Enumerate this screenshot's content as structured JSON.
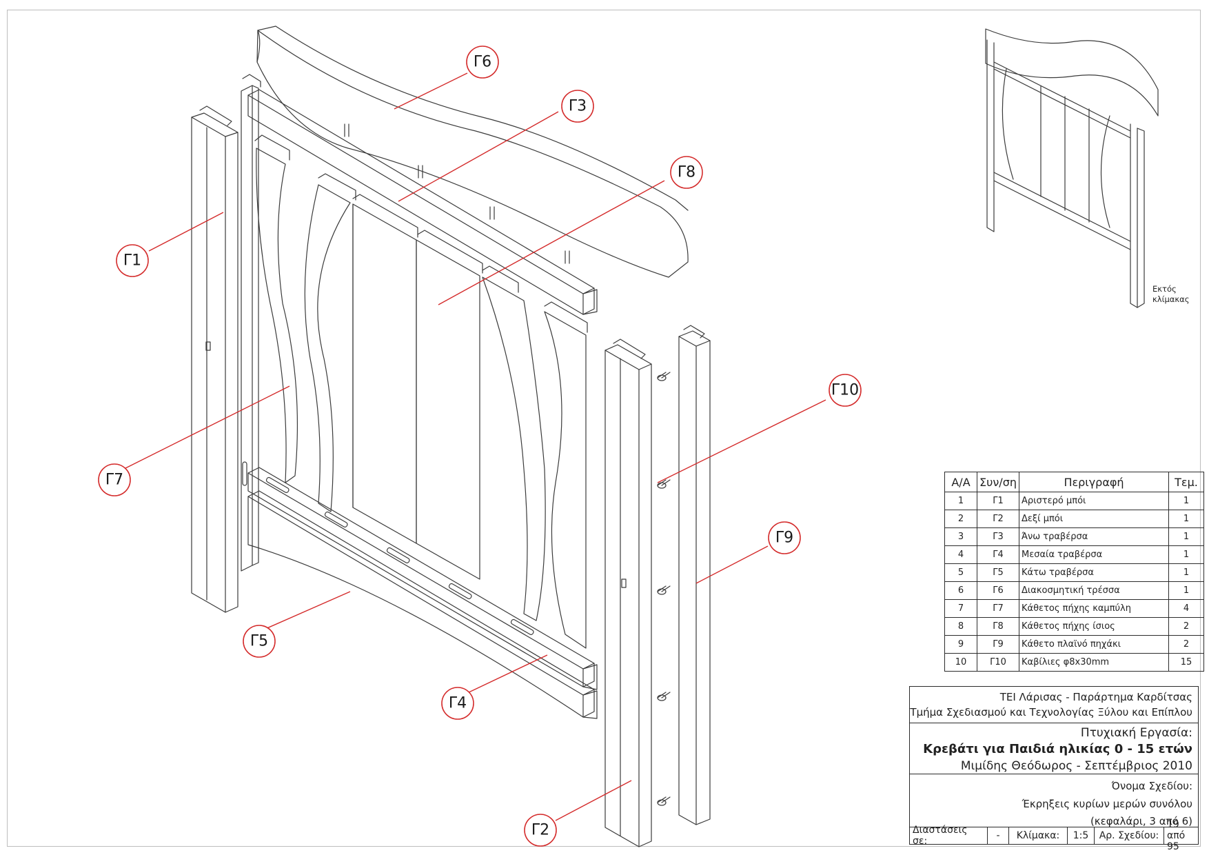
{
  "labels": {
    "g1": "Γ1",
    "g2": "Γ2",
    "g3": "Γ3",
    "g4": "Γ4",
    "g5": "Γ5",
    "g6": "Γ6",
    "g7": "Γ7",
    "g8": "Γ8",
    "g9": "Γ9",
    "g10": "Γ10"
  },
  "outside_scale": [
    "Εκτός",
    "κλίμακας"
  ],
  "parts_table": {
    "headers": [
      "Α/Α",
      "Συν/ση",
      "Περιγραφή",
      "Τεμ."
    ],
    "rows": [
      [
        "1",
        "Γ1",
        "Αριστερό μπόι",
        "1"
      ],
      [
        "2",
        "Γ2",
        "Δεξί μπόι",
        "1"
      ],
      [
        "3",
        "Γ3",
        "Άνω τραβέρσα",
        "1"
      ],
      [
        "4",
        "Γ4",
        "Μεσαία τραβέρσα",
        "1"
      ],
      [
        "5",
        "Γ5",
        "Κάτω τραβέρσα",
        "1"
      ],
      [
        "6",
        "Γ6",
        "Διακοσμητική τρέσσα",
        "1"
      ],
      [
        "7",
        "Γ7",
        "Κάθετος πήχης καμπύλη",
        "4"
      ],
      [
        "8",
        "Γ8",
        "Κάθετος πήχης ίσιος",
        "2"
      ],
      [
        "9",
        "Γ9",
        "Κάθετο πλαϊνό πηχάκι",
        "2"
      ],
      [
        "10",
        "Γ10",
        "Καβίλιες φ8x30mm",
        "15"
      ]
    ]
  },
  "title_block": {
    "institution": "ΤΕΙ Λάρισας - Παράρτημα Καρδίτσας",
    "department": "Τμήμα Σχεδιασμού και Τεχνολογίας Ξύλου και Επίπλου",
    "work_label": "Πτυχιακή Εργασία:",
    "work_title": "Κρεβάτι για Παιδιά ηλικίας 0 - 15 ετών",
    "author": "Μιμίδης Θεόδωρος - Σεπτέμβριος 2010",
    "drawing_name_label": "Όνομα Σχεδίου:",
    "drawing_name": "Έκρηξεις κυρίων μερών συνόλου",
    "drawing_sub": "(κεφαλάρι, 3 από 6)",
    "dimensions_label": "Διαστάσεις σε:",
    "dimensions_value": "-",
    "scale_label": "Κλίμακα:",
    "scale_value": "1:5",
    "drawing_no_label": "Αρ. Σχεδίου:",
    "drawing_no_value": "19 από 95"
  },
  "colors": {
    "leader": "#d42b2b",
    "line": "#3a3a3a"
  }
}
